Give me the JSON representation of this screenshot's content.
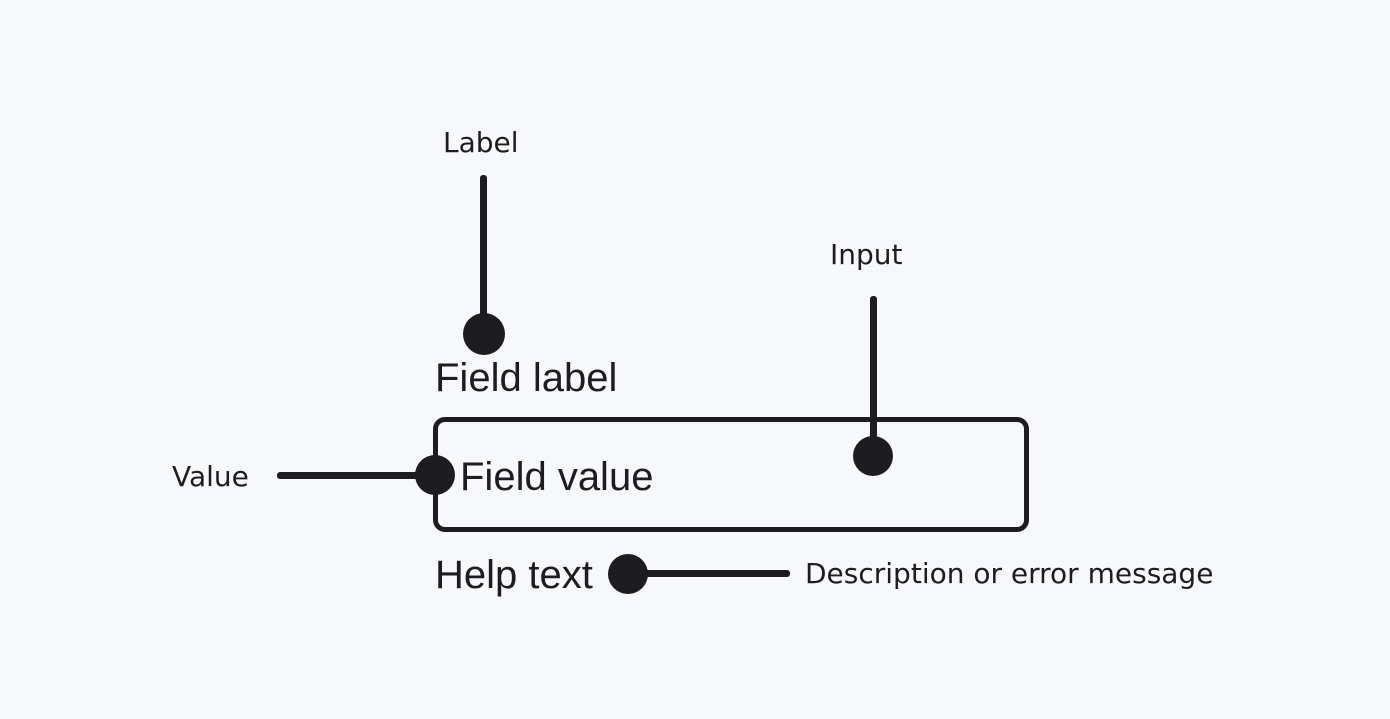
{
  "colors": {
    "background": "#f7f8fa",
    "ink": "#1d1d20"
  },
  "field": {
    "label": "Field label",
    "value": "Field value",
    "help_text": "Help text"
  },
  "callouts": {
    "label": "Label",
    "input": "Input",
    "value": "Value",
    "help": "Description or error message"
  }
}
